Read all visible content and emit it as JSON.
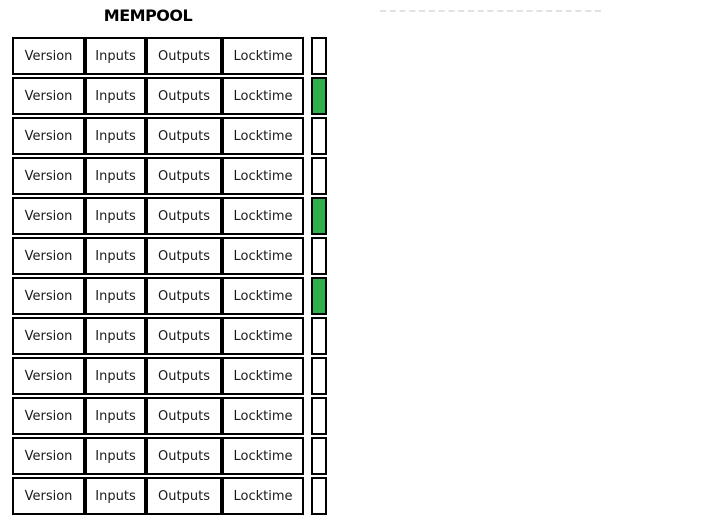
{
  "title": "MEMPOOL",
  "mempool": {
    "fields": [
      "Version",
      "Inputs",
      "Outputs",
      "Locktime"
    ],
    "transactions": [
      {
        "highlighted": false
      },
      {
        "highlighted": true
      },
      {
        "highlighted": false
      },
      {
        "highlighted": false
      },
      {
        "highlighted": true
      },
      {
        "highlighted": false
      },
      {
        "highlighted": true
      },
      {
        "highlighted": false
      },
      {
        "highlighted": false
      },
      {
        "highlighted": false
      },
      {
        "highlighted": false
      },
      {
        "highlighted": false
      }
    ]
  },
  "colors": {
    "highlight_green": "#2eb04a",
    "box_border": "#000000",
    "dash_gray": "#e2e2e2",
    "text": "#1a1a1a"
  }
}
